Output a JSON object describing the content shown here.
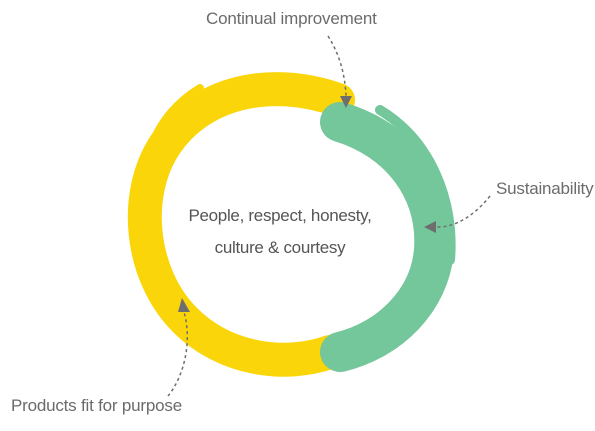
{
  "diagram": {
    "center_text": {
      "line1": "People, respect, honesty,",
      "line2": "culture & courtesy"
    },
    "labels": {
      "top": "Continual improvement",
      "right": "Sustainability",
      "bottom": "Products fit for purpose"
    },
    "colors": {
      "yellow_arc": "#F9D50A",
      "green_arc": "#74C69B",
      "arrow": "#6e6e6e",
      "text": "#6b6b6b"
    }
  }
}
